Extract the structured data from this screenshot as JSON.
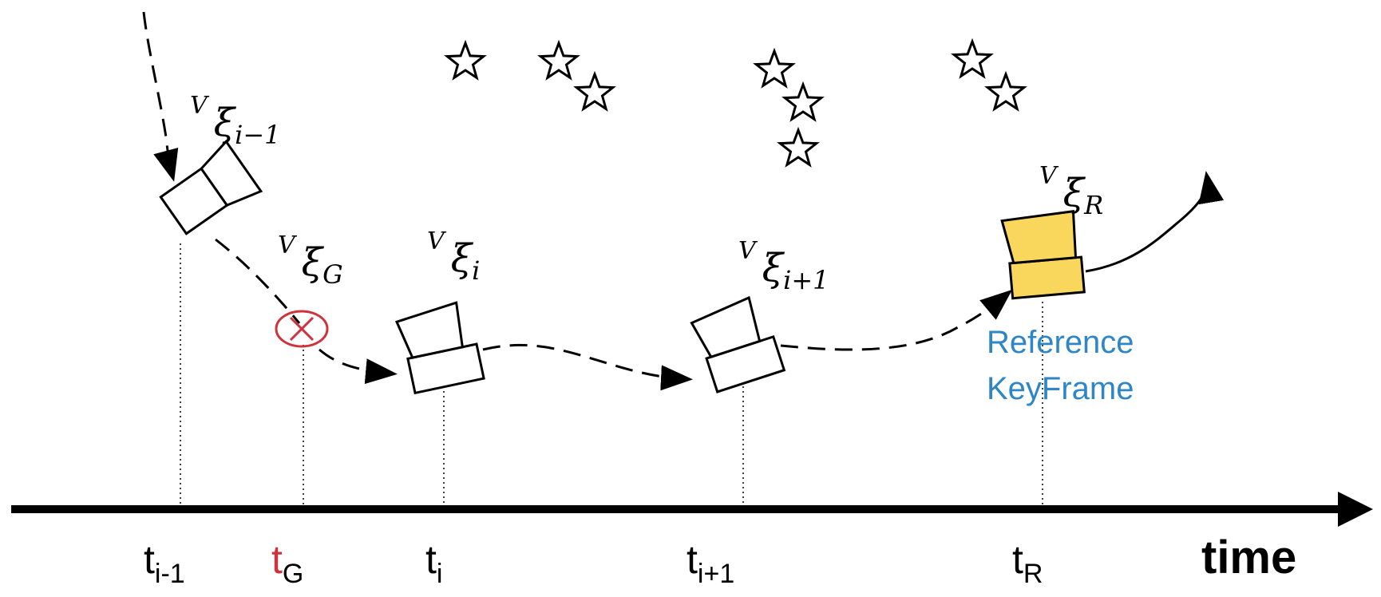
{
  "colors": {
    "ink": "#000000",
    "highlight_red": "#d0323c",
    "reference_blue": "#2f86c6",
    "keyframe_fill": "#f9d75c"
  },
  "axis": {
    "label": "time",
    "ticks": [
      {
        "base": "t",
        "sub": "i-1"
      },
      {
        "base": "t",
        "sub": "G"
      },
      {
        "base": "t",
        "sub": "i"
      },
      {
        "base": "t",
        "sub": "i+1"
      },
      {
        "base": "t",
        "sub": "R"
      }
    ]
  },
  "poses": [
    {
      "sup": "V",
      "base": "ξ",
      "sub": "i−1"
    },
    {
      "sup": "V",
      "base": "ξ",
      "sub": "G"
    },
    {
      "sup": "V",
      "base": "ξ",
      "sub": "i"
    },
    {
      "sup": "V",
      "base": "ξ",
      "sub": "i+1"
    },
    {
      "sup": "V",
      "base": "ξ",
      "sub": "R"
    }
  ],
  "reference_label": {
    "line1": "Reference",
    "line2": "KeyFrame"
  },
  "icons": {
    "camera": "camera-icon",
    "star": "star-icon",
    "target": "circle-cross-icon"
  }
}
